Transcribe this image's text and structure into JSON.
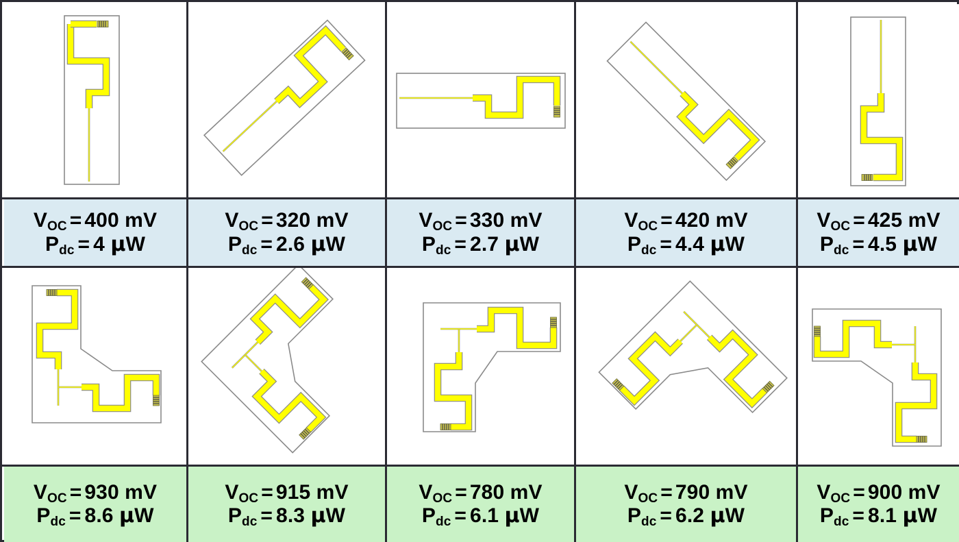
{
  "figure": {
    "type": "table",
    "rows": 2,
    "columns": 5,
    "caption_colors": {
      "row1": "#daeaf2",
      "row2": "#c9f2c6"
    },
    "grid_line_color": "#2b2b33",
    "trace_color": "#ffff00",
    "trace_outline_color": "#808080",
    "substrate_outline_color": "#808080",
    "substrate_fill_color": "#ffffff"
  },
  "symbols": {
    "voc_symbol": "V",
    "voc_sub": "OC",
    "pdc_symbol": "P",
    "pdc_sub": "dc",
    "equals": "=",
    "mu": "μ"
  },
  "cells": [
    {
      "id": "r1c1",
      "row": 1,
      "column": 1,
      "shape": "single-meander-rectenna",
      "orientation_deg": 0,
      "caption_bg": "#daeaf2",
      "voc_value": "400",
      "voc_unit": "mV",
      "pdc_value": "4",
      "pdc_unit": "W",
      "voc_text": "V_OC = 400 mV",
      "pdc_text": "P_dc = 4 μW"
    },
    {
      "id": "r1c2",
      "row": 1,
      "column": 2,
      "shape": "single-meander-rectenna",
      "orientation_deg": 45,
      "caption_bg": "#daeaf2",
      "voc_value": "320",
      "voc_unit": "mV",
      "pdc_value": "2.6",
      "pdc_unit": "W",
      "voc_text": "V_OC = 320 mV",
      "pdc_text": "P_dc = 2.6 μW"
    },
    {
      "id": "r1c3",
      "row": 1,
      "column": 3,
      "shape": "single-meander-rectenna",
      "orientation_deg": 90,
      "caption_bg": "#daeaf2",
      "voc_value": "330",
      "voc_unit": "mV",
      "pdc_value": "2.7",
      "pdc_unit": "W",
      "voc_text": "V_OC = 330 mV",
      "pdc_text": "P_dc = 2.7 μW"
    },
    {
      "id": "r1c4",
      "row": 1,
      "column": 4,
      "shape": "single-meander-rectenna",
      "orientation_deg": 135,
      "caption_bg": "#daeaf2",
      "voc_value": "420",
      "voc_unit": "mV",
      "pdc_value": "4.4",
      "pdc_unit": "W",
      "voc_text": "V_OC = 420 mV",
      "pdc_text": "P_dc = 4.4 μW"
    },
    {
      "id": "r1c5",
      "row": 1,
      "column": 5,
      "shape": "single-meander-rectenna",
      "orientation_deg": 180,
      "caption_bg": "#daeaf2",
      "voc_value": "425",
      "voc_unit": "mV",
      "pdc_value": "4.5",
      "pdc_unit": "W",
      "voc_text": "V_OC = 425 mV",
      "pdc_text": "P_dc = 4.5 μW"
    },
    {
      "id": "r2c1",
      "row": 2,
      "column": 1,
      "shape": "L-shaped-dual-rectenna",
      "orientation_deg": 0,
      "caption_bg": "#c9f2c6",
      "voc_value": "930",
      "voc_unit": "mV",
      "pdc_value": "8.6",
      "pdc_unit": "W",
      "voc_text": "V_OC = 930 mV",
      "pdc_text": "P_dc = 8.6 μW"
    },
    {
      "id": "r2c2",
      "row": 2,
      "column": 2,
      "shape": "L-shaped-dual-rectenna",
      "orientation_deg": 45,
      "caption_bg": "#c9f2c6",
      "voc_value": "915",
      "voc_unit": "mV",
      "pdc_value": "8.3",
      "pdc_unit": "W",
      "voc_text": "V_OC = 915 mV",
      "pdc_text": "P_dc = 8.3 μW"
    },
    {
      "id": "r2c3",
      "row": 2,
      "column": 3,
      "shape": "L-shaped-dual-rectenna",
      "orientation_deg": 90,
      "caption_bg": "#c9f2c6",
      "voc_value": "780",
      "voc_unit": "mV",
      "pdc_value": "6.1",
      "pdc_unit": "W",
      "voc_text": "V_OC = 780 mV",
      "pdc_text": "P_dc = 6.1 μW"
    },
    {
      "id": "r2c4",
      "row": 2,
      "column": 4,
      "shape": "L-shaped-dual-rectenna",
      "orientation_deg": 135,
      "caption_bg": "#c9f2c6",
      "voc_value": "790",
      "voc_unit": "mV",
      "pdc_value": "6.2",
      "pdc_unit": "W",
      "voc_text": "V_OC = 790 mV",
      "pdc_text": "P_dc = 6.2 μW"
    },
    {
      "id": "r2c5",
      "row": 2,
      "column": 5,
      "shape": "L-shaped-dual-rectenna",
      "orientation_deg": 180,
      "caption_bg": "#c9f2c6",
      "voc_value": "900",
      "voc_unit": "mV",
      "pdc_value": "8.1",
      "pdc_unit": "W",
      "voc_text": "V_OC = 900 mV",
      "pdc_text": "P_dc = 8.1 μW"
    }
  ]
}
